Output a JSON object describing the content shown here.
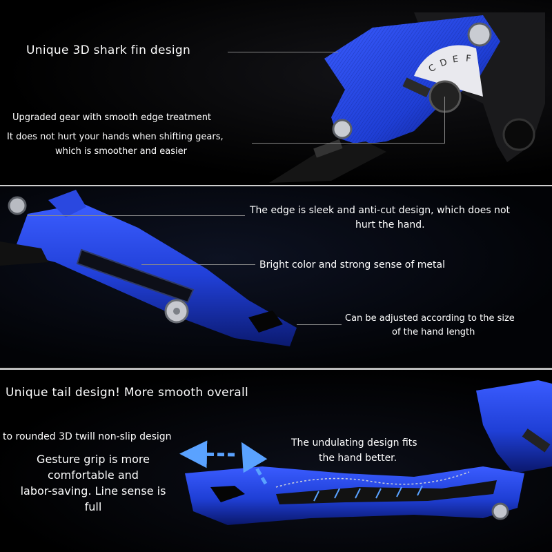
{
  "panel1": {
    "heading": "Unique 3D shark fin design",
    "gear_title": "Upgraded gear with smooth edge treatment",
    "gear_desc_1": "It does not hurt your hands when shifting gears,",
    "gear_desc_2": "which is smoother and easier",
    "dial_letters": [
      "C",
      "D",
      "E",
      "F"
    ]
  },
  "panel2": {
    "edge_1": "The edge is sleek and anti-cut design, which does not",
    "edge_2": "hurt the hand.",
    "metal": "Bright color and strong sense of metal",
    "adjust_1": "Can be adjusted according to the size",
    "adjust_2": "of the hand length"
  },
  "panel3": {
    "heading": "Unique tail design! More smooth overall",
    "twill": "to rounded 3D twill non-slip design",
    "undulating_1": "The undulating design fits",
    "undulating_2": "the hand better.",
    "grip_1": "Gesture grip is more",
    "grip_2": "comfortable and",
    "grip_3": "labor-saving. Line sense is",
    "grip_4": "full"
  },
  "colors": {
    "lever_blue": "#1f3fd6",
    "lever_blue_dark": "#0d1f86",
    "metal_black": "#141414",
    "arrow_blue": "#5aa2ff"
  }
}
